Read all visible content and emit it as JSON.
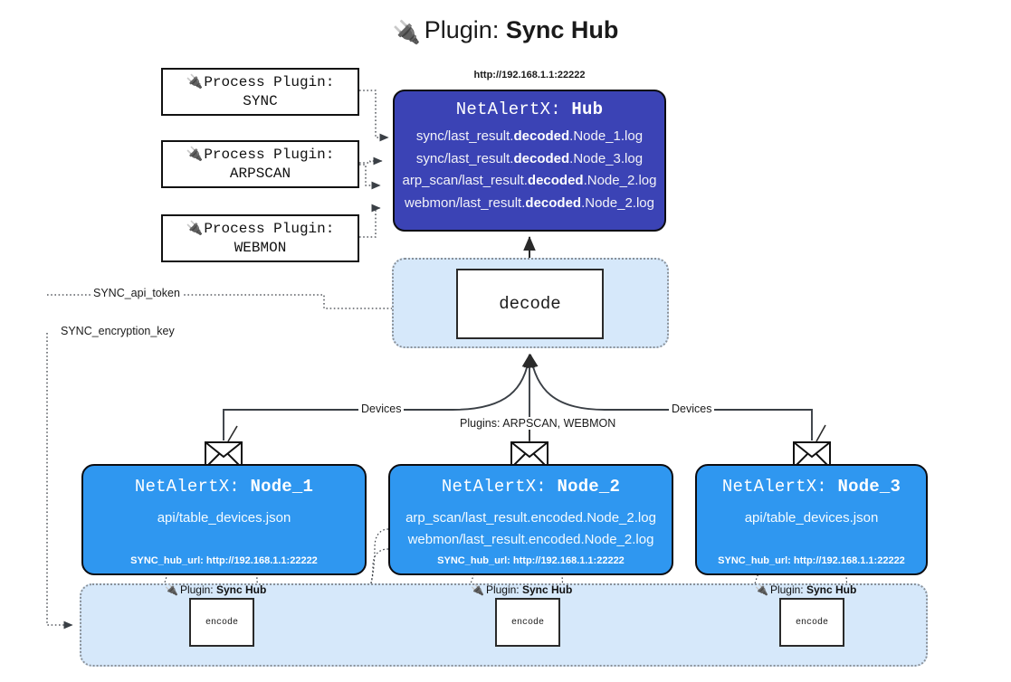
{
  "page": {
    "title_icon": "plug-icon",
    "title_lead": "Plugin: ",
    "title_strong": "Sync Hub"
  },
  "colors": {
    "hub_fill": "#3b43b5",
    "node_fill": "#2f97f0",
    "container_fill": "#d6e8fa",
    "container_border": "#8a9199",
    "box_border": "#0c0c10",
    "text_light": "#ffffff",
    "text_dark": "#1a1a1a"
  },
  "process_plugins": [
    {
      "line1": "Process Plugin:",
      "line2": "SYNC",
      "icon": "plug-icon"
    },
    {
      "line1": "Process Plugin:",
      "line2": "ARPSCAN",
      "icon": "plug-icon"
    },
    {
      "line1": "Process Plugin:",
      "line2": "WEBMON",
      "icon": "plug-icon"
    }
  ],
  "hub": {
    "url": "http://192.168.1.1:22222",
    "header_prefix": "NetAlertX: ",
    "header_name": "Hub",
    "rows": [
      {
        "pre": "sync/last_result.",
        "bold": "decoded",
        "post": ".Node_1.log"
      },
      {
        "pre": "sync/last_result.",
        "bold": "decoded",
        "post": ".Node_3.log"
      },
      {
        "pre": "arp_scan/last_result.",
        "bold": "decoded",
        "post": ".Node_2.log"
      },
      {
        "pre": "webmon/last_result.",
        "bold": "decoded",
        "post": ".Node_2.log"
      }
    ]
  },
  "decode": {
    "label": "decode"
  },
  "secrets": [
    {
      "label": "SYNC_api_token"
    },
    {
      "label": "SYNC_encryption_key"
    }
  ],
  "edge_labels": {
    "devices_left": "Devices",
    "devices_right": "Devices",
    "plugins_center": "Plugins: ARPSCAN, WEBMON"
  },
  "nodes": [
    {
      "header_prefix": "NetAlertX: ",
      "header_name": "Node_1",
      "lines": [
        "api/table_devices.json"
      ],
      "footer": "SYNC_hub_url: http://192.168.1.1:22222",
      "mail_icon": "envelope-icon"
    },
    {
      "header_prefix": "NetAlertX: ",
      "header_name": "Node_2",
      "lines": [
        "arp_scan/last_result.encoded.Node_2.log",
        "webmon/last_result.encoded.Node_2.log"
      ],
      "footer": "SYNC_hub_url: http://192.168.1.1:22222",
      "mail_icon": "envelope-icon"
    },
    {
      "header_prefix": "NetAlertX: ",
      "header_name": "Node_3",
      "lines": [
        "api/table_devices.json"
      ],
      "footer": "SYNC_hub_url: http://192.168.1.1:22222",
      "mail_icon": "envelope-icon"
    }
  ],
  "encoders": [
    {
      "plugin_label_lead": "Plugin: ",
      "plugin_label_strong": "Sync Hub",
      "label": "encode",
      "icon": "plug-icon"
    },
    {
      "plugin_label_lead": "Plugin: ",
      "plugin_label_strong": "Sync Hub",
      "label": "encode",
      "icon": "plug-icon"
    },
    {
      "plugin_label_lead": "Plugin: ",
      "plugin_label_strong": "Sync Hub",
      "label": "encode",
      "icon": "plug-icon"
    }
  ]
}
